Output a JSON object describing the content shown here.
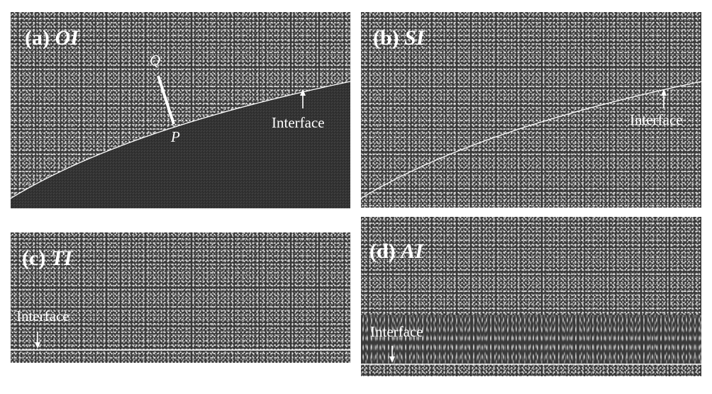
{
  "figure": {
    "panels": [
      {
        "id": "a",
        "label_prefix": "(a)",
        "label_italic": "OI",
        "annotation": "Interface",
        "point_q": "Q",
        "point_p": "P"
      },
      {
        "id": "b",
        "label_prefix": "(b)",
        "label_italic": "SI",
        "annotation": "Interface"
      },
      {
        "id": "c",
        "label_prefix": "(c)",
        "label_italic": "TI",
        "annotation": "Interface"
      },
      {
        "id": "d",
        "label_prefix": "(d)",
        "label_italic": "AI",
        "annotation": "Interface"
      }
    ],
    "colors": {
      "background": "#ffffff",
      "particle_field": "#383838",
      "interface_line": "#ffffff",
      "label_text": "#ffffff"
    }
  }
}
